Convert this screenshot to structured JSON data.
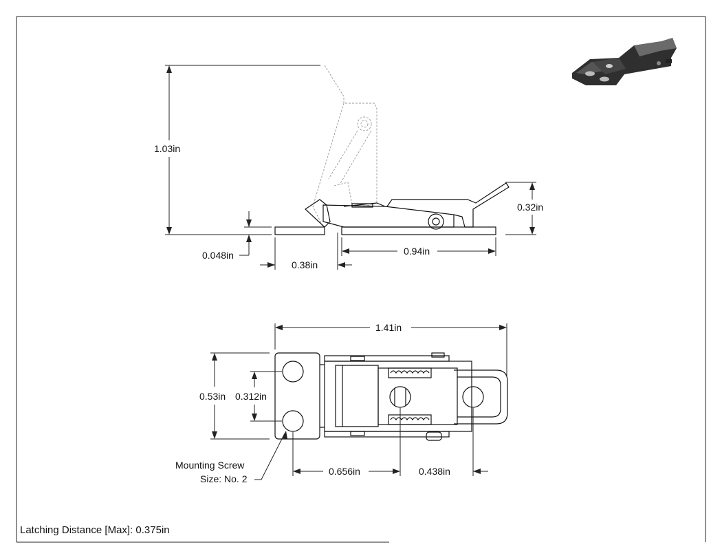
{
  "dimensions": {
    "height_open": "1.03in",
    "height_closed": "0.32in",
    "base_thickness": "0.048in",
    "gap": "0.38in",
    "latch_length": "0.94in",
    "overall_length": "1.41in",
    "width": "0.53in",
    "hole_spacing": "0.312in",
    "hole_to_center": "0.656in",
    "center_to_slot": "0.438in"
  },
  "notes": {
    "mounting_screw_line1": "Mounting Screw",
    "mounting_screw_line2": "Size: No. 2",
    "latching_distance": "Latching Distance [Max]: 0.375in"
  },
  "colors": {
    "line": "#222222",
    "hidden_line": "#999999",
    "render_dark": "#3a3a3a"
  }
}
